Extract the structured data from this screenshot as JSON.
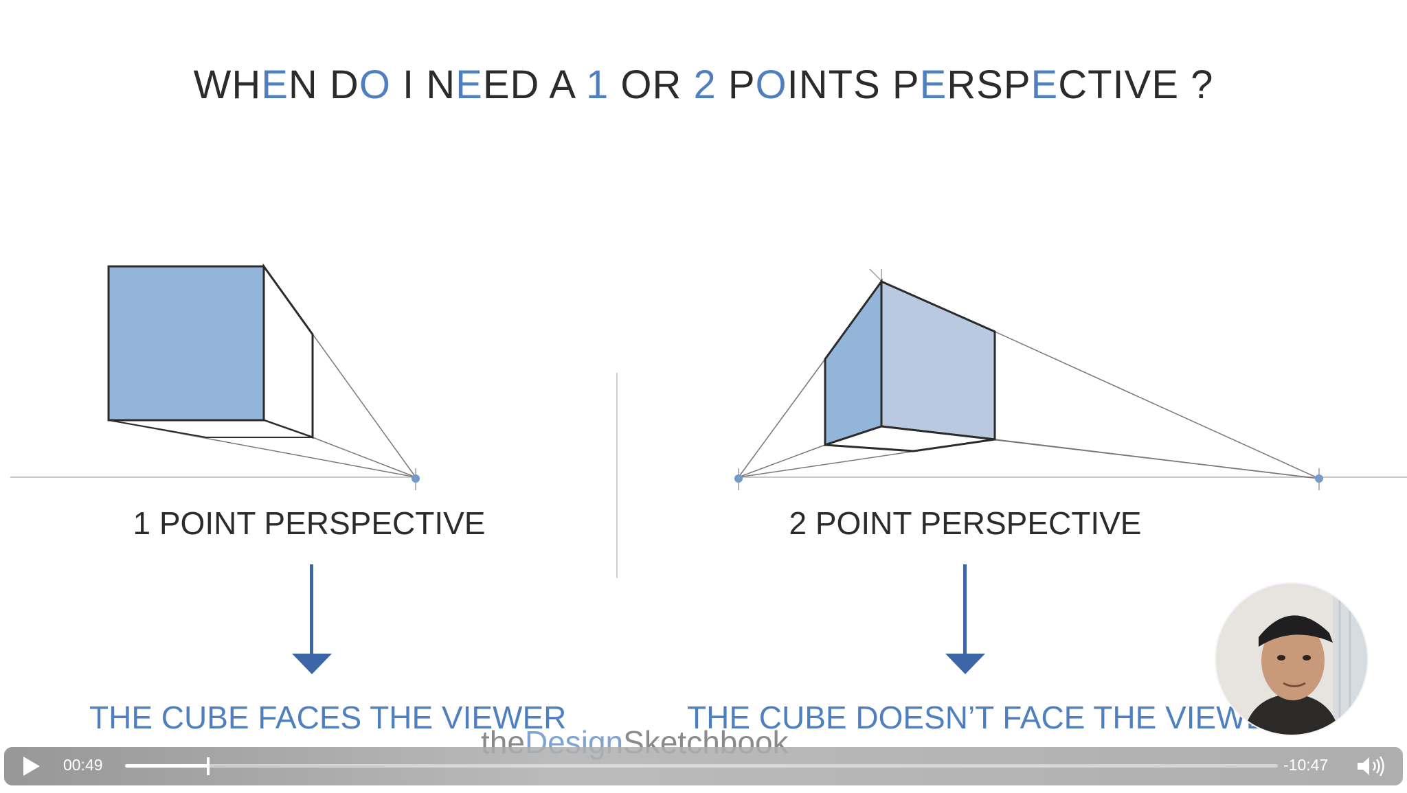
{
  "slide": {
    "title_parts": [
      {
        "text": "WH",
        "accent": false
      },
      {
        "text": "E",
        "accent": true
      },
      {
        "text": "N D",
        "accent": false
      },
      {
        "text": "O",
        "accent": true
      },
      {
        "text": " I N",
        "accent": false
      },
      {
        "text": "E",
        "accent": true
      },
      {
        "text": "ED A ",
        "accent": false
      },
      {
        "text": "1",
        "accent": true
      },
      {
        "text": " OR ",
        "accent": false
      },
      {
        "text": "2",
        "accent": true
      },
      {
        "text": " P",
        "accent": false
      },
      {
        "text": "O",
        "accent": true
      },
      {
        "text": "INTS P",
        "accent": false
      },
      {
        "text": "E",
        "accent": true
      },
      {
        "text": "RSP",
        "accent": false
      },
      {
        "text": "E",
        "accent": true
      },
      {
        "text": "CTIVE ?",
        "accent": false
      }
    ],
    "left_label": "1 POINT PERSPECTIVE",
    "right_label": "2 POINT PERSPECTIVE",
    "left_caption": "THE CUBE FACES THE VIEWER",
    "right_caption": "THE CUBE DOESN’T FACE THE VIEWER",
    "watermark": {
      "part1": "the",
      "part2": "Design",
      "part3": "Sketchbook"
    }
  },
  "player": {
    "elapsed": "00:49",
    "remaining": "-10:47",
    "progress_fraction": 0.072,
    "play_icon": "play-icon",
    "volume_icon": "volume-icon"
  },
  "colors": {
    "accent": "#4f7fbf",
    "cube_front": "#93b5d9",
    "cube_side": "#b9c9e0",
    "text": "#2b2b2b"
  }
}
